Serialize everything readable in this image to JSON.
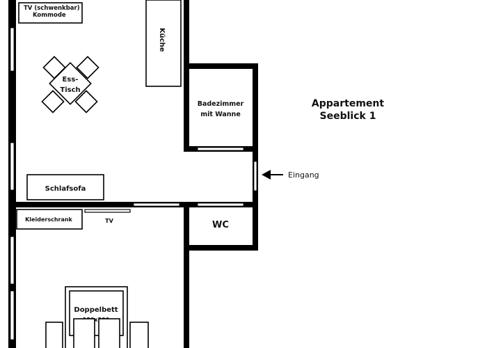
{
  "plan": {
    "title_line1": "Appartement",
    "title_line2": "Seeblick 1",
    "entrance_label": "Eingang",
    "labels": {
      "tv_swivel": "TV (schwenkbar)",
      "dresser": "Kommode",
      "kitchen": "Küche",
      "dining_line1": "Ess-",
      "dining_line2": "Tisch",
      "bathroom_line1": "Badezimmer",
      "bathroom_line2": "mit Wanne",
      "sofa_bed": "Schlafsofa",
      "wardrobe": "Kleiderschrank",
      "tv": "TV",
      "wc": "WC",
      "double_bed": "Doppelbett",
      "bed_size": "180x200"
    }
  }
}
